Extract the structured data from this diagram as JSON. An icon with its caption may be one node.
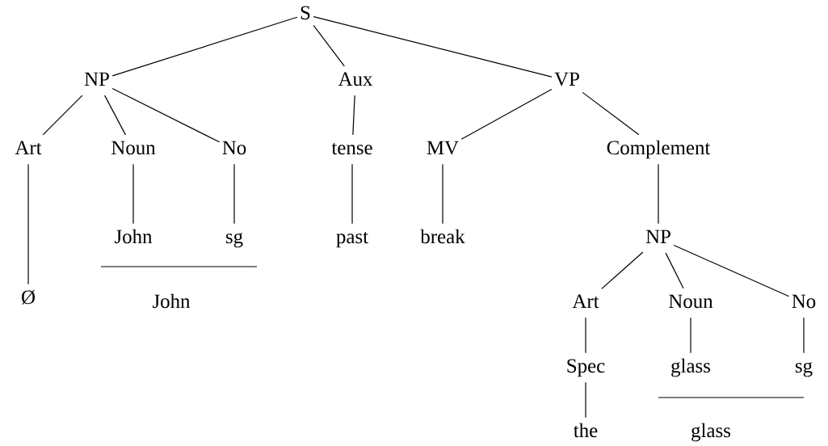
{
  "diagram": {
    "nodes": [
      {
        "text": [
          "S"
        ]
      },
      {
        "text": [
          "NP"
        ]
      },
      {
        "text": [
          "Aux"
        ]
      },
      {
        "text": [
          "VP"
        ]
      },
      {
        "text": [
          "Art"
        ]
      },
      {
        "text": [
          "Noun"
        ]
      },
      {
        "text": [
          "No"
        ]
      },
      {
        "text": [
          "tense"
        ]
      },
      {
        "text": [
          "MV"
        ]
      },
      {
        "text": [
          "Complement"
        ]
      },
      {
        "text": [
          "John"
        ]
      },
      {
        "text": [
          "sg"
        ]
      },
      {
        "text": [
          "past"
        ]
      },
      {
        "text": [
          "break"
        ]
      },
      {
        "text": [
          "NP"
        ]
      },
      {
        "text": [
          "Ø"
        ]
      },
      {
        "text": [
          "Art"
        ]
      },
      {
        "text": [
          "Noun"
        ]
      },
      {
        "text": [
          "No"
        ]
      },
      {
        "text": [
          "Spec"
        ]
      },
      {
        "text": [
          "glass"
        ]
      },
      {
        "text": [
          "sg"
        ]
      },
      {
        "text": [
          "the"
        ]
      }
    ],
    "edges": [
      {
        "from": 0,
        "to": 1,
        "arrow": "none"
      },
      {
        "from": 0,
        "to": 2,
        "arrow": "none"
      },
      {
        "from": 0,
        "to": 3,
        "arrow": "none"
      },
      {
        "from": 1,
        "to": 4,
        "arrow": "none"
      },
      {
        "from": 1,
        "to": 5,
        "arrow": "none"
      },
      {
        "from": 1,
        "to": 6,
        "arrow": "none"
      },
      {
        "from": 2,
        "to": 7,
        "arrow": "none"
      },
      {
        "from": 3,
        "to": 8,
        "arrow": "none"
      },
      {
        "from": 3,
        "to": 9,
        "arrow": "none"
      },
      {
        "from": 4,
        "to": 15,
        "arrow": "none"
      },
      {
        "from": 5,
        "to": 10,
        "arrow": "none"
      },
      {
        "from": 6,
        "to": 11,
        "arrow": "none"
      },
      {
        "from": 7,
        "to": 12,
        "arrow": "none"
      },
      {
        "from": 8,
        "to": 13,
        "arrow": "none"
      },
      {
        "from": 9,
        "to": 14,
        "arrow": "none"
      },
      {
        "from": 14,
        "to": 16,
        "arrow": "none"
      },
      {
        "from": 14,
        "to": 17,
        "arrow": "none"
      },
      {
        "from": 14,
        "to": 18,
        "arrow": "none"
      },
      {
        "from": 16,
        "to": 19,
        "arrow": "none"
      },
      {
        "from": 17,
        "to": 20,
        "arrow": "none"
      },
      {
        "from": 18,
        "to": 21,
        "arrow": "none"
      },
      {
        "from": 19,
        "to": 22,
        "arrow": "none"
      }
    ],
    "labels": [
      "John",
      "glass"
    ]
  }
}
